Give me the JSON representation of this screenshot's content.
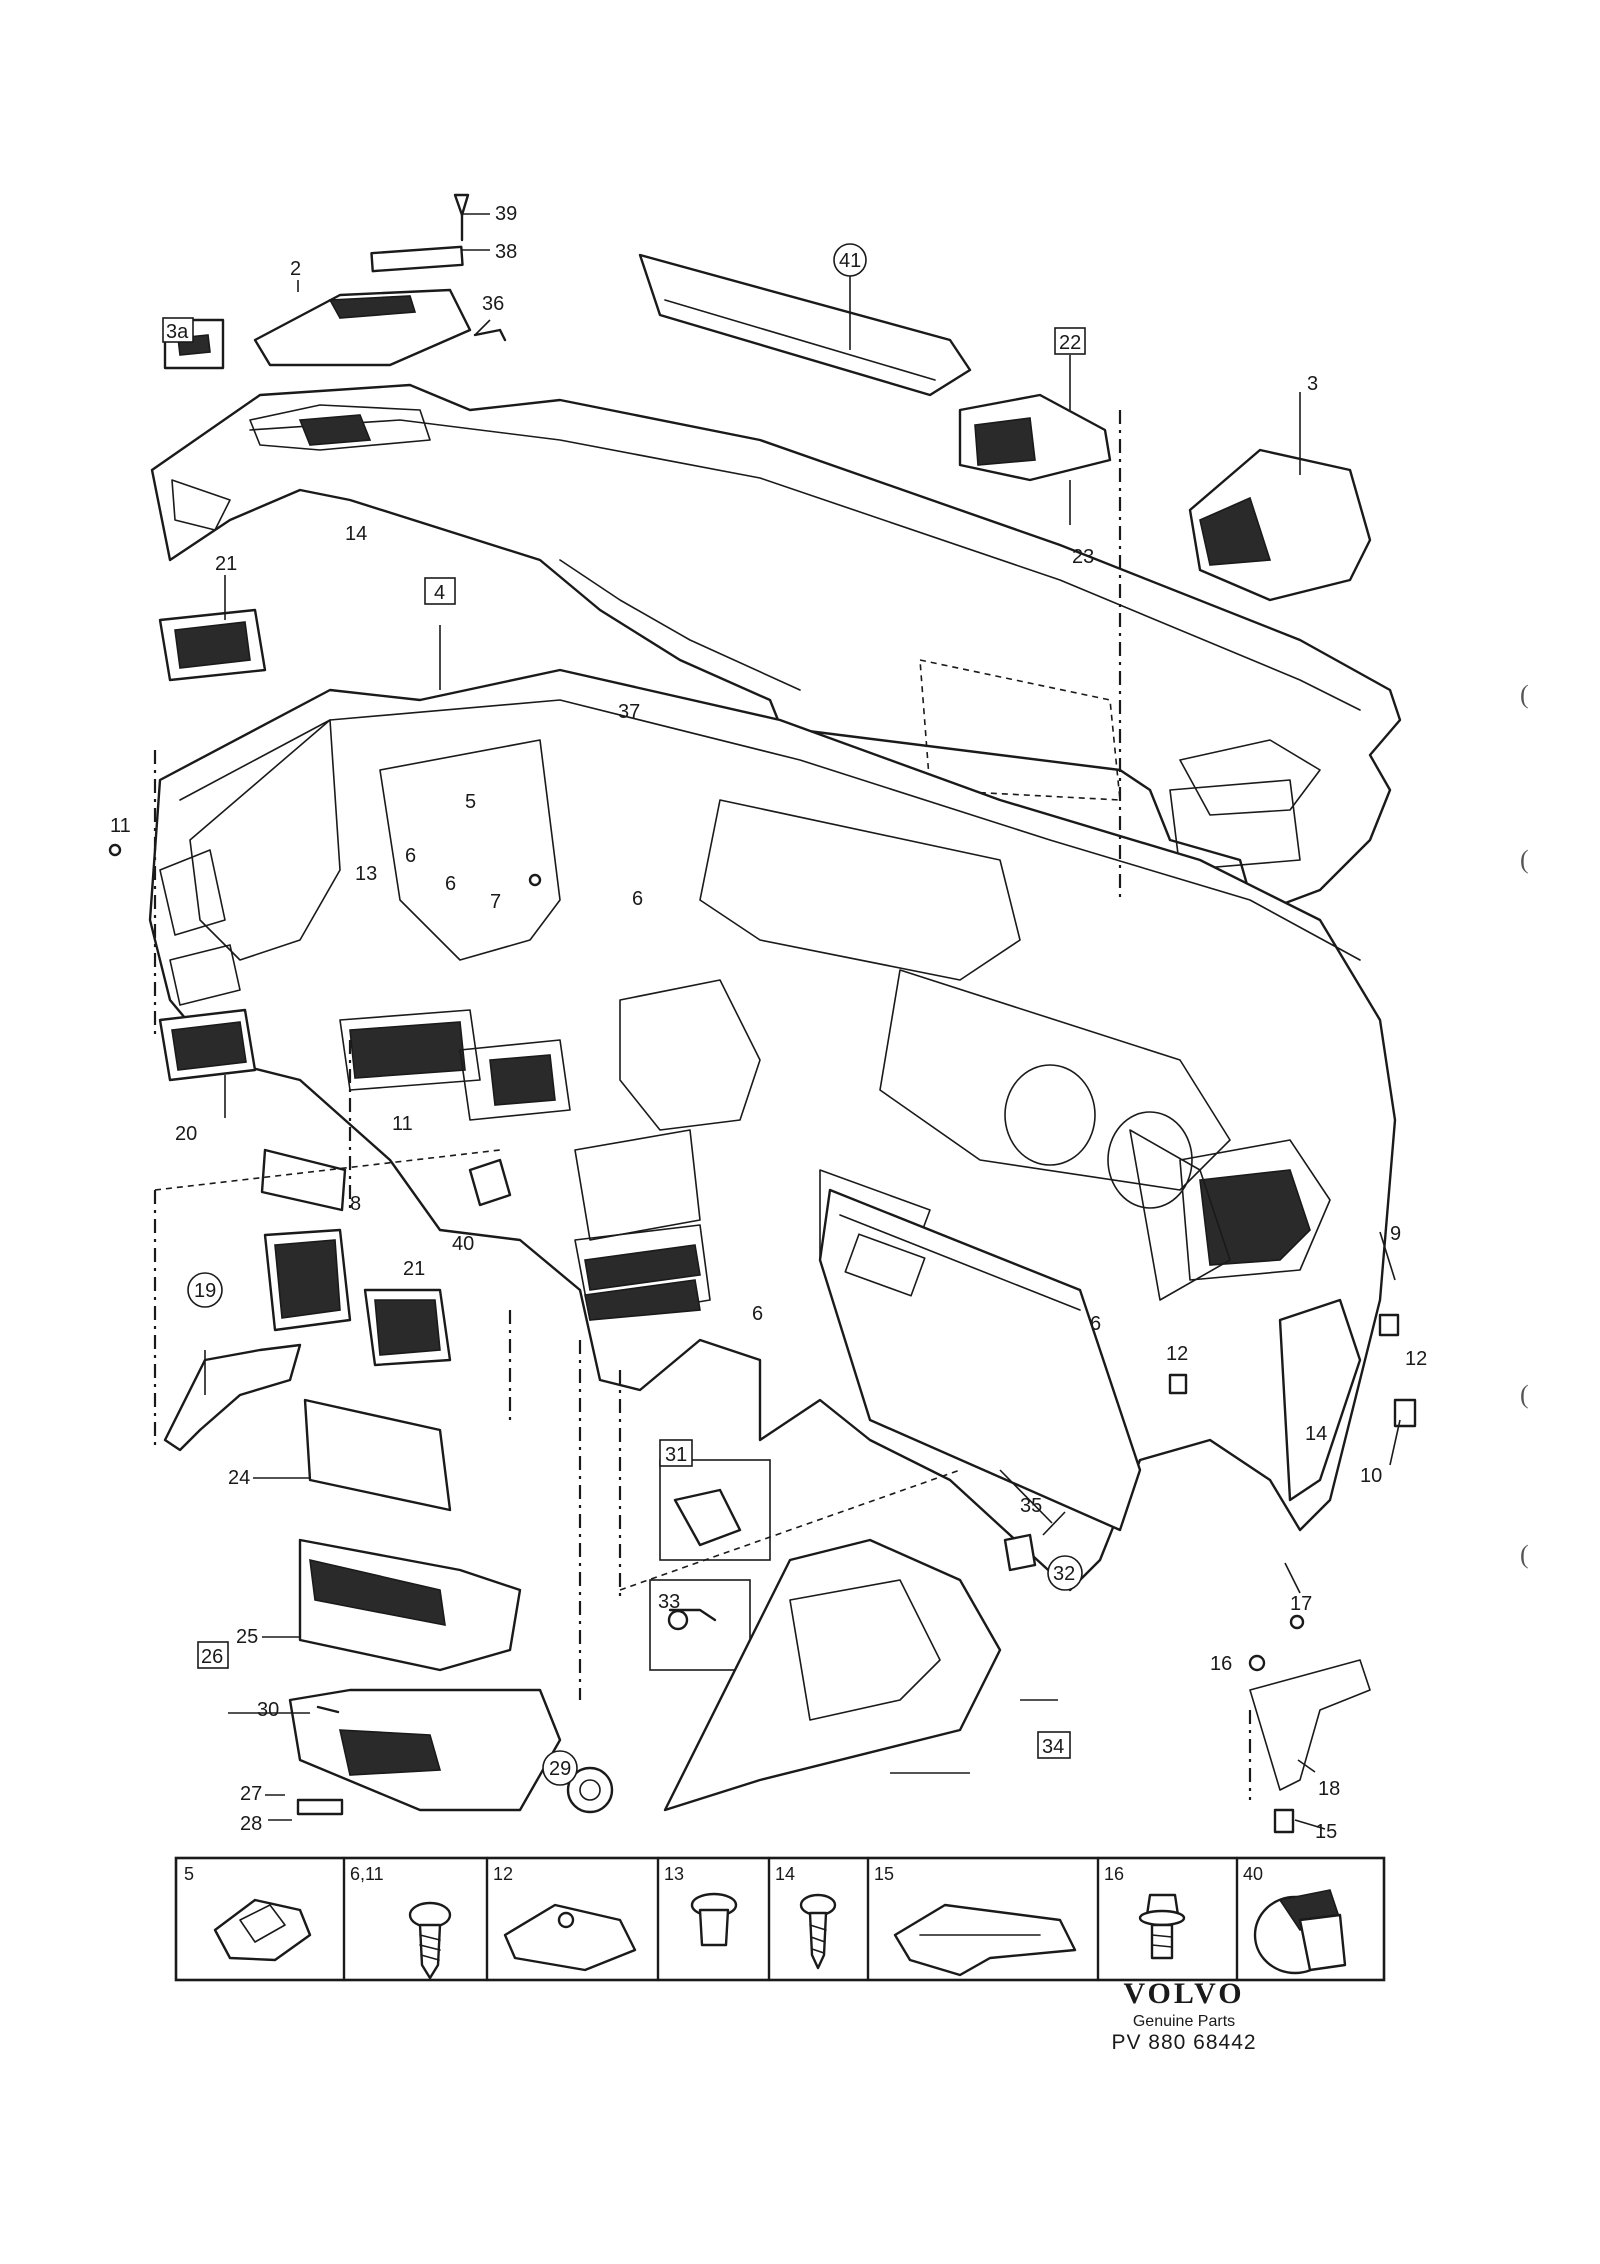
{
  "diagram": {
    "callouts": {
      "c2": "2",
      "c3": "3",
      "c3a": "3a",
      "c4": "4",
      "c5": "5",
      "c6a": "6",
      "c6b": "6",
      "c6c": "6",
      "c6d": "6",
      "c6e": "6",
      "c7": "7",
      "c8": "8",
      "c9": "9",
      "c10": "10",
      "c11a": "11",
      "c11b": "11",
      "c12a": "12",
      "c12b": "12",
      "c13": "13",
      "c14a": "14",
      "c14b": "14",
      "c15": "15",
      "c16": "16",
      "c17": "17",
      "c18": "18",
      "c19": "19",
      "c20": "20",
      "c21a": "21",
      "c21b": "21",
      "c22": "22",
      "c23": "23",
      "c24": "24",
      "c25": "25",
      "c26": "26",
      "c27": "27",
      "c28": "28",
      "c29": "29",
      "c30": "30",
      "c31": "31",
      "c32": "32",
      "c33": "33",
      "c34": "34",
      "c35": "35",
      "c36": "36",
      "c37": "37",
      "c38": "38",
      "c39": "39",
      "c40": "40",
      "c41": "41"
    },
    "legend": [
      "5",
      "6,11",
      "12",
      "13",
      "14",
      "15",
      "16",
      "40"
    ]
  },
  "brand": {
    "logo": "VOLVO",
    "tagline": "Genuine Parts",
    "code": "PV 880 68442"
  },
  "margin_marks": [
    "(",
    "(",
    "(",
    "("
  ]
}
